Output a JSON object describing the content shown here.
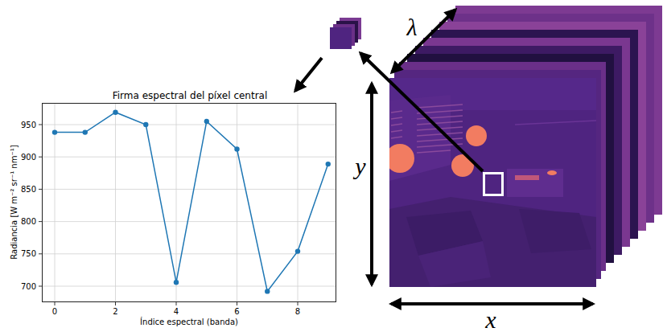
{
  "diagram": {
    "nodes": [
      {
        "text": [
          "Firma espectral del píxel central"
        ]
      }
    ],
    "labels": [
      "Radiancia [W m⁻² sr⁻¹ nm⁻¹]",
      "700",
      "750",
      "800",
      "850",
      "900",
      "950",
      "0",
      "2",
      "4",
      "6",
      "8",
      "Índice espectral (banda)",
      "y",
      "x",
      "λ"
    ]
  }
}
